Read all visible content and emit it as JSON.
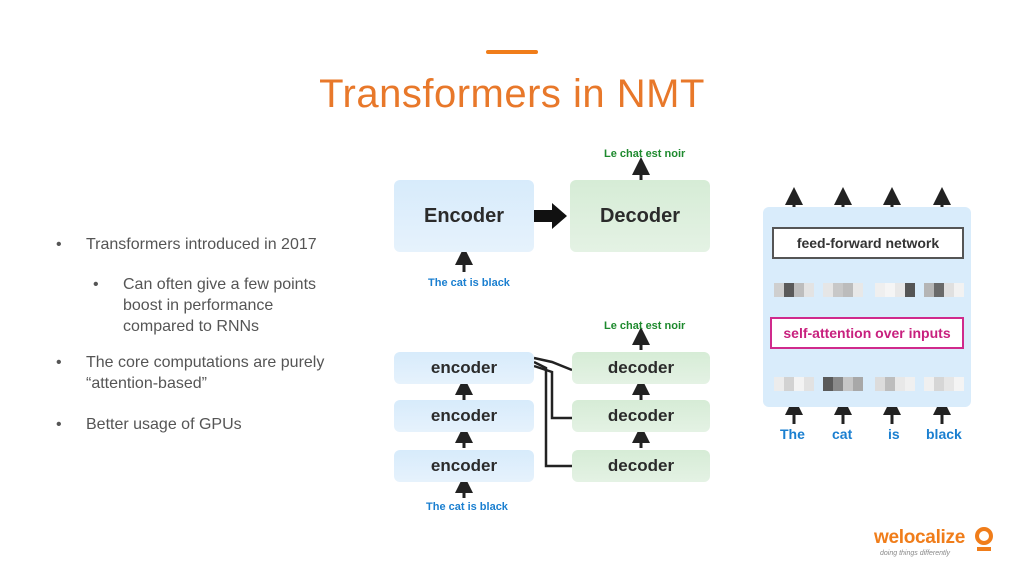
{
  "slide": {
    "title": "Transformers in NMT",
    "accent_color": "#f07d1a"
  },
  "bullets": [
    {
      "marker": "•",
      "text": "Transformers introduced in 2017"
    },
    {
      "marker": "•",
      "text": "Can often give a few points\nboost in performance\ncompared to RNNs"
    },
    {
      "marker": "•",
      "text": "The core computations are purely\n“attention-based”"
    },
    {
      "marker": "•",
      "text": "Better usage of GPUs"
    }
  ],
  "top_diagram": {
    "encoder_label": "Encoder",
    "decoder_label": "Decoder",
    "input_text": "The cat is black",
    "output_text": "Le chat est noir"
  },
  "stack_diagram": {
    "encoders": [
      "encoder",
      "encoder",
      "encoder"
    ],
    "decoders": [
      "decoder",
      "decoder",
      "decoder"
    ],
    "input_text": "The cat is black",
    "output_text": "Le chat est noir"
  },
  "attention_diagram": {
    "ffn_label": "feed-forward network",
    "self_attention_label": "self-attention over inputs",
    "words": [
      "The",
      "cat",
      "is",
      "black"
    ]
  },
  "logo": {
    "name": "welocalize",
    "tagline": "doing things differently"
  }
}
